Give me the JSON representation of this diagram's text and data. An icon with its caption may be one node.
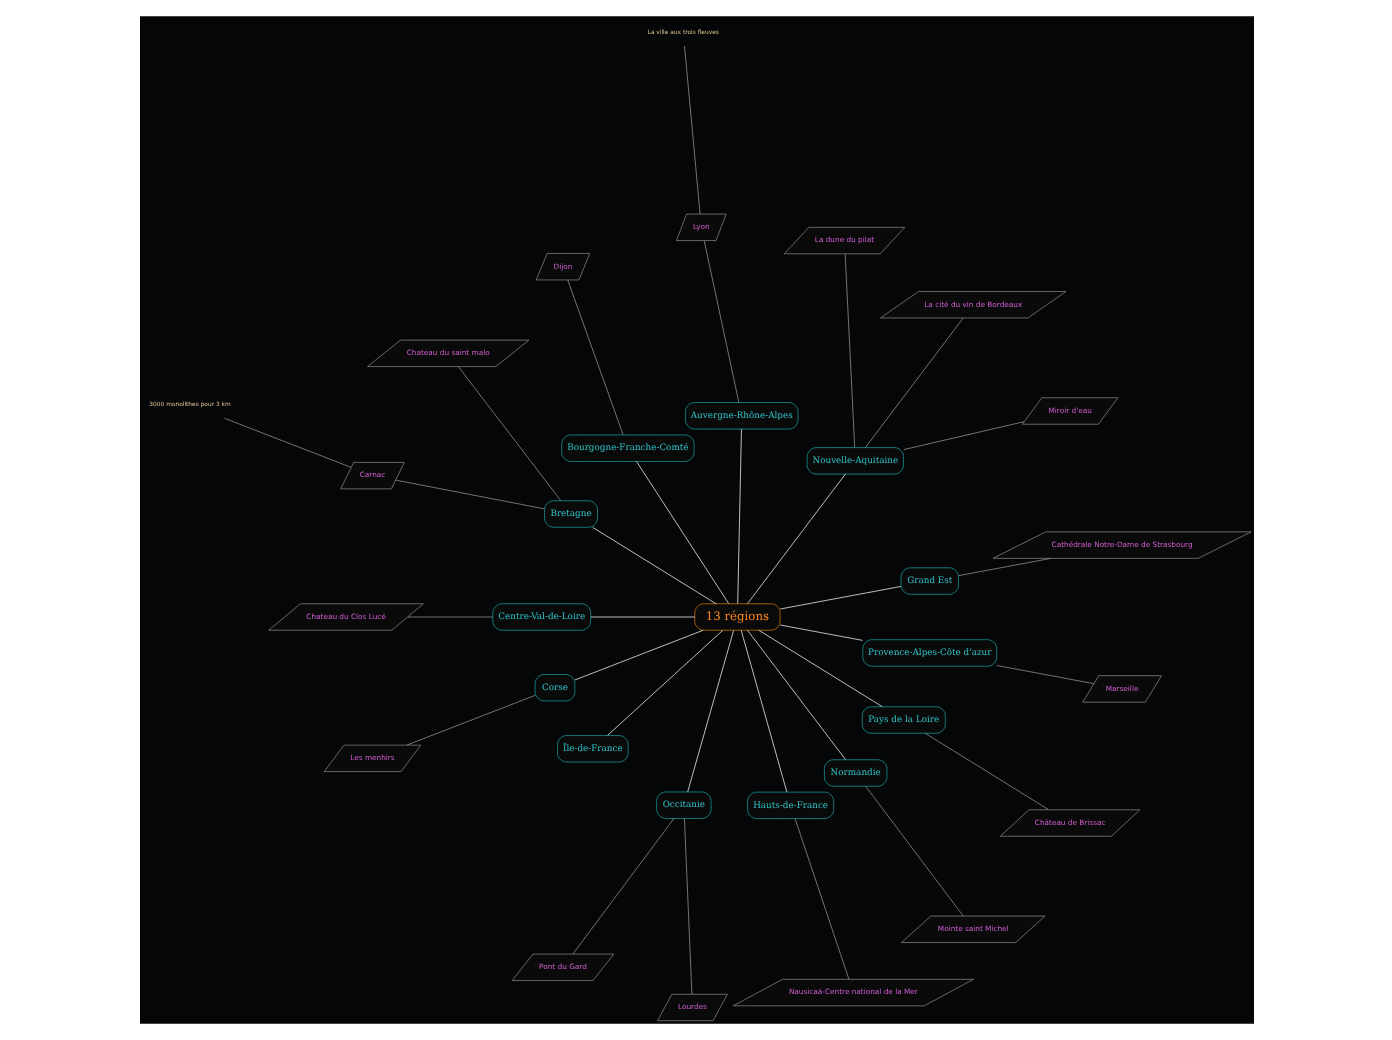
{
  "diagram": {
    "nodes": [
      {
        "text": [
          "13 régions"
        ]
      },
      {
        "text": [
          "Grand Est"
        ]
      },
      {
        "text": [
          "Cathédrale Notre-Dame de Strasbourg"
        ]
      },
      {
        "text": [
          "Nouvelle-Aquitaine"
        ]
      },
      {
        "text": [
          "Miroir d'eau"
        ]
      },
      {
        "text": [
          "La cité du vin de Bordeaux"
        ]
      },
      {
        "text": [
          "La dune du pilat"
        ]
      },
      {
        "text": [
          "Auvergne-Rhône-Alpes"
        ]
      },
      {
        "text": [
          "Lyon"
        ]
      },
      {
        "text": [
          "La ville aux trois fleuves"
        ]
      },
      {
        "text": [
          "Bourgogne-Franche-Comté"
        ]
      },
      {
        "text": [
          "Dijon"
        ]
      },
      {
        "text": [
          "Bretagne"
        ]
      },
      {
        "text": [
          "Chateau du saint malo"
        ]
      },
      {
        "text": [
          "Carnac"
        ]
      },
      {
        "text": [
          "3000 monolithes pour 3 km"
        ]
      },
      {
        "text": [
          "Centre-Val-de-Loire"
        ]
      },
      {
        "text": [
          "Chateau du Clos Lucé"
        ]
      },
      {
        "text": [
          "Corse"
        ]
      },
      {
        "text": [
          "Les menhirs"
        ]
      },
      {
        "text": [
          "Île-de-France"
        ]
      },
      {
        "text": [
          "Occitanie"
        ]
      },
      {
        "text": [
          "Pont du Gard"
        ]
      },
      {
        "text": [
          "Lourdes"
        ]
      },
      {
        "text": [
          "Hauts-de-France"
        ]
      },
      {
        "text": [
          "Nausicaá-Centre national de la Mer"
        ]
      },
      {
        "text": [
          "Normandie"
        ]
      },
      {
        "text": [
          "Mointe saint Michel"
        ]
      },
      {
        "text": [
          "Pays de la Loire"
        ]
      },
      {
        "text": [
          "Château de Brissac"
        ]
      },
      {
        "text": [
          "Provence-Alpes-Côte d'azur"
        ]
      },
      {
        "text": [
          "Marseille"
        ]
      }
    ],
    "edges": [
      {
        "from": 0,
        "to": 1,
        "arrow": "none",
        "color": "#ffffff"
      },
      {
        "from": 1,
        "to": 2,
        "arrow": "none"
      },
      {
        "from": 0,
        "to": 3,
        "arrow": "none",
        "color": "#ffffff"
      },
      {
        "from": 3,
        "to": 4,
        "arrow": "none"
      },
      {
        "from": 3,
        "to": 5,
        "arrow": "none"
      },
      {
        "from": 3,
        "to": 6,
        "arrow": "none"
      },
      {
        "from": 0,
        "to": 7,
        "arrow": "none",
        "color": "#ffffff"
      },
      {
        "from": 7,
        "to": 8,
        "arrow": "none"
      },
      {
        "from": 8,
        "to": 9,
        "arrow": "none"
      },
      {
        "from": 0,
        "to": 10,
        "arrow": "none",
        "color": "#ffffff"
      },
      {
        "from": 10,
        "to": 11,
        "arrow": "none"
      },
      {
        "from": 0,
        "to": 12,
        "arrow": "none",
        "color": "#ffffff"
      },
      {
        "from": 12,
        "to": 13,
        "arrow": "none"
      },
      {
        "from": 12,
        "to": 14,
        "arrow": "none"
      },
      {
        "from": 14,
        "to": 15,
        "arrow": "none"
      },
      {
        "from": 0,
        "to": 16,
        "arrow": "none",
        "color": "#ffffff"
      },
      {
        "from": 16,
        "to": 17,
        "arrow": "none"
      },
      {
        "from": 0,
        "to": 18,
        "arrow": "none",
        "color": "#ffffff"
      },
      {
        "from": 18,
        "to": 19,
        "arrow": "none"
      },
      {
        "from": 0,
        "to": 20,
        "arrow": "none",
        "color": "#ffffff"
      },
      {
        "from": 0,
        "to": 21,
        "arrow": "none",
        "color": "#ffffff"
      },
      {
        "from": 21,
        "to": 22,
        "arrow": "none"
      },
      {
        "from": 21,
        "to": 23,
        "arrow": "none"
      },
      {
        "from": 0,
        "to": 24,
        "arrow": "none",
        "color": "#ffffff"
      },
      {
        "from": 24,
        "to": 25,
        "arrow": "none"
      },
      {
        "from": 0,
        "to": 26,
        "arrow": "none",
        "color": "#ffffff"
      },
      {
        "from": 26,
        "to": 27,
        "arrow": "none"
      },
      {
        "from": 0,
        "to": 28,
        "arrow": "none",
        "color": "#ffffff"
      },
      {
        "from": 28,
        "to": 29,
        "arrow": "none"
      },
      {
        "from": 0,
        "to": 30,
        "arrow": "none",
        "color": "#ffffff"
      },
      {
        "from": 30,
        "to": 31,
        "arrow": "none"
      }
    ]
  }
}
